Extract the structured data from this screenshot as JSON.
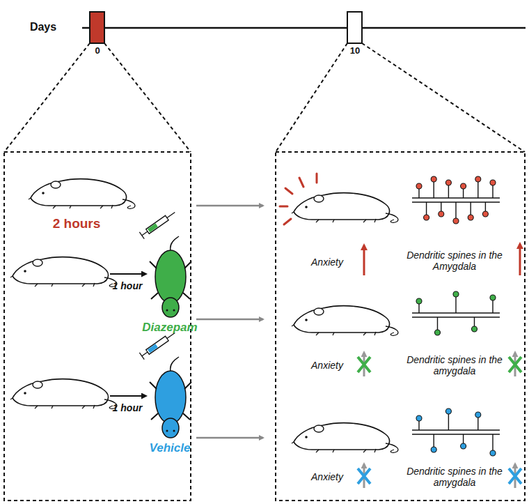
{
  "diagram": {
    "labels": [
      "Days",
      "0",
      "10",
      "2 hours",
      "1 hour",
      "Diazepam",
      "1 hour",
      "Vehicle",
      "Anxiety",
      "Dendritic spines in the Amygdala",
      "Anxiety",
      "Dendritic spines in the amygdala",
      "Anxiety",
      "Dendritic spines in the amygdala"
    ]
  }
}
